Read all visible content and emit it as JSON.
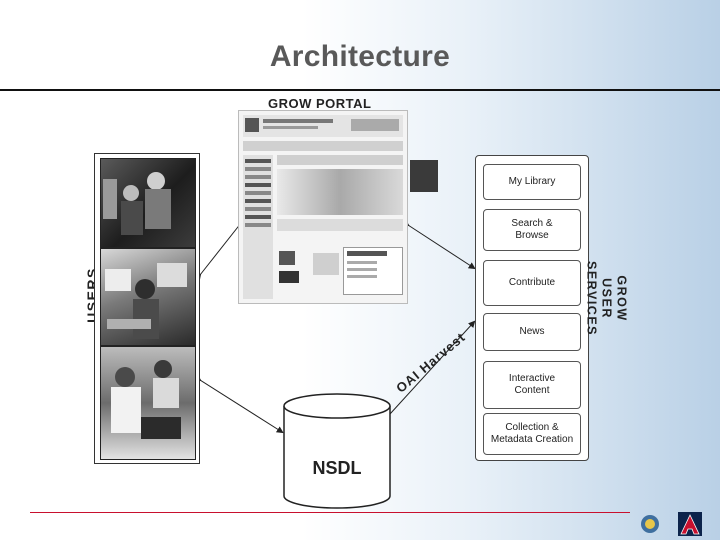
{
  "title": "Architecture",
  "users": {
    "label": "USERS"
  },
  "portal": {
    "label": "GROW PORTAL"
  },
  "services": {
    "label_line1": "GROW",
    "label_line2": "USER SERVICES",
    "items": [
      {
        "label": "My Library"
      },
      {
        "label": "Search &\nBrowse"
      },
      {
        "label": "Contribute"
      },
      {
        "label": "News"
      },
      {
        "label": "Interactive\nContent"
      },
      {
        "label": "Collection &\nMetadata Creation"
      }
    ]
  },
  "nsdl": {
    "label": "NSDL"
  },
  "harvest": {
    "label": "OAI Harvest"
  },
  "colors": {
    "rule": "#c8102e",
    "logo_red": "#c8102e",
    "logo_blue": "#0c234b"
  }
}
